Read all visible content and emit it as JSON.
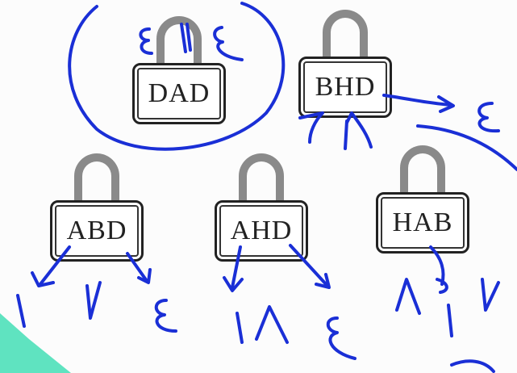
{
  "locks": [
    {
      "id": "lock-1",
      "label": "DAD"
    },
    {
      "id": "lock-2",
      "label": "BHD"
    },
    {
      "id": "lock-3",
      "label": "ABD"
    },
    {
      "id": "lock-4",
      "label": "AHD"
    },
    {
      "id": "lock-5",
      "label": "HAB"
    }
  ],
  "colors": {
    "ink": "#1a2fd6",
    "teal": "#5fe3c0",
    "shackle": "#8a8a8a",
    "outline": "#222222"
  }
}
